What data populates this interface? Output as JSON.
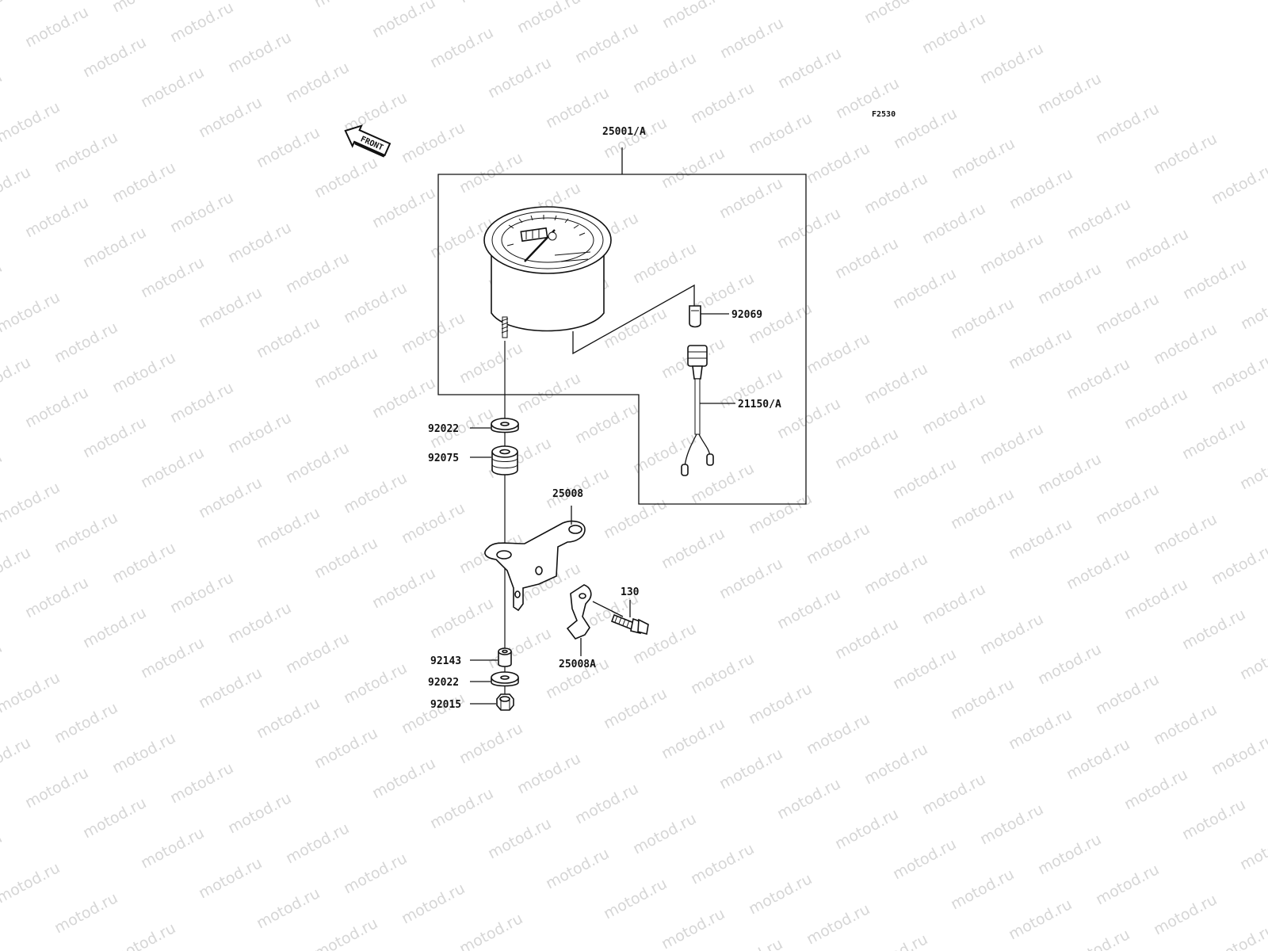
{
  "figure_code": "F2530",
  "front_arrow_label": "FRONT",
  "watermark_text": "motod.ru",
  "callouts": {
    "speedometer_assy": "25001/A",
    "bulb": "92069",
    "wire_harness": "21150/A",
    "washer_top": "92022",
    "damper": "92075",
    "bracket": "25008",
    "bolt": "130",
    "bracket_a": "25008A",
    "collar": "92143",
    "washer_bottom": "92022",
    "nut": "92015"
  },
  "colors": {
    "line": "#111111",
    "watermark": "#d6d6d6",
    "background": "#ffffff"
  }
}
